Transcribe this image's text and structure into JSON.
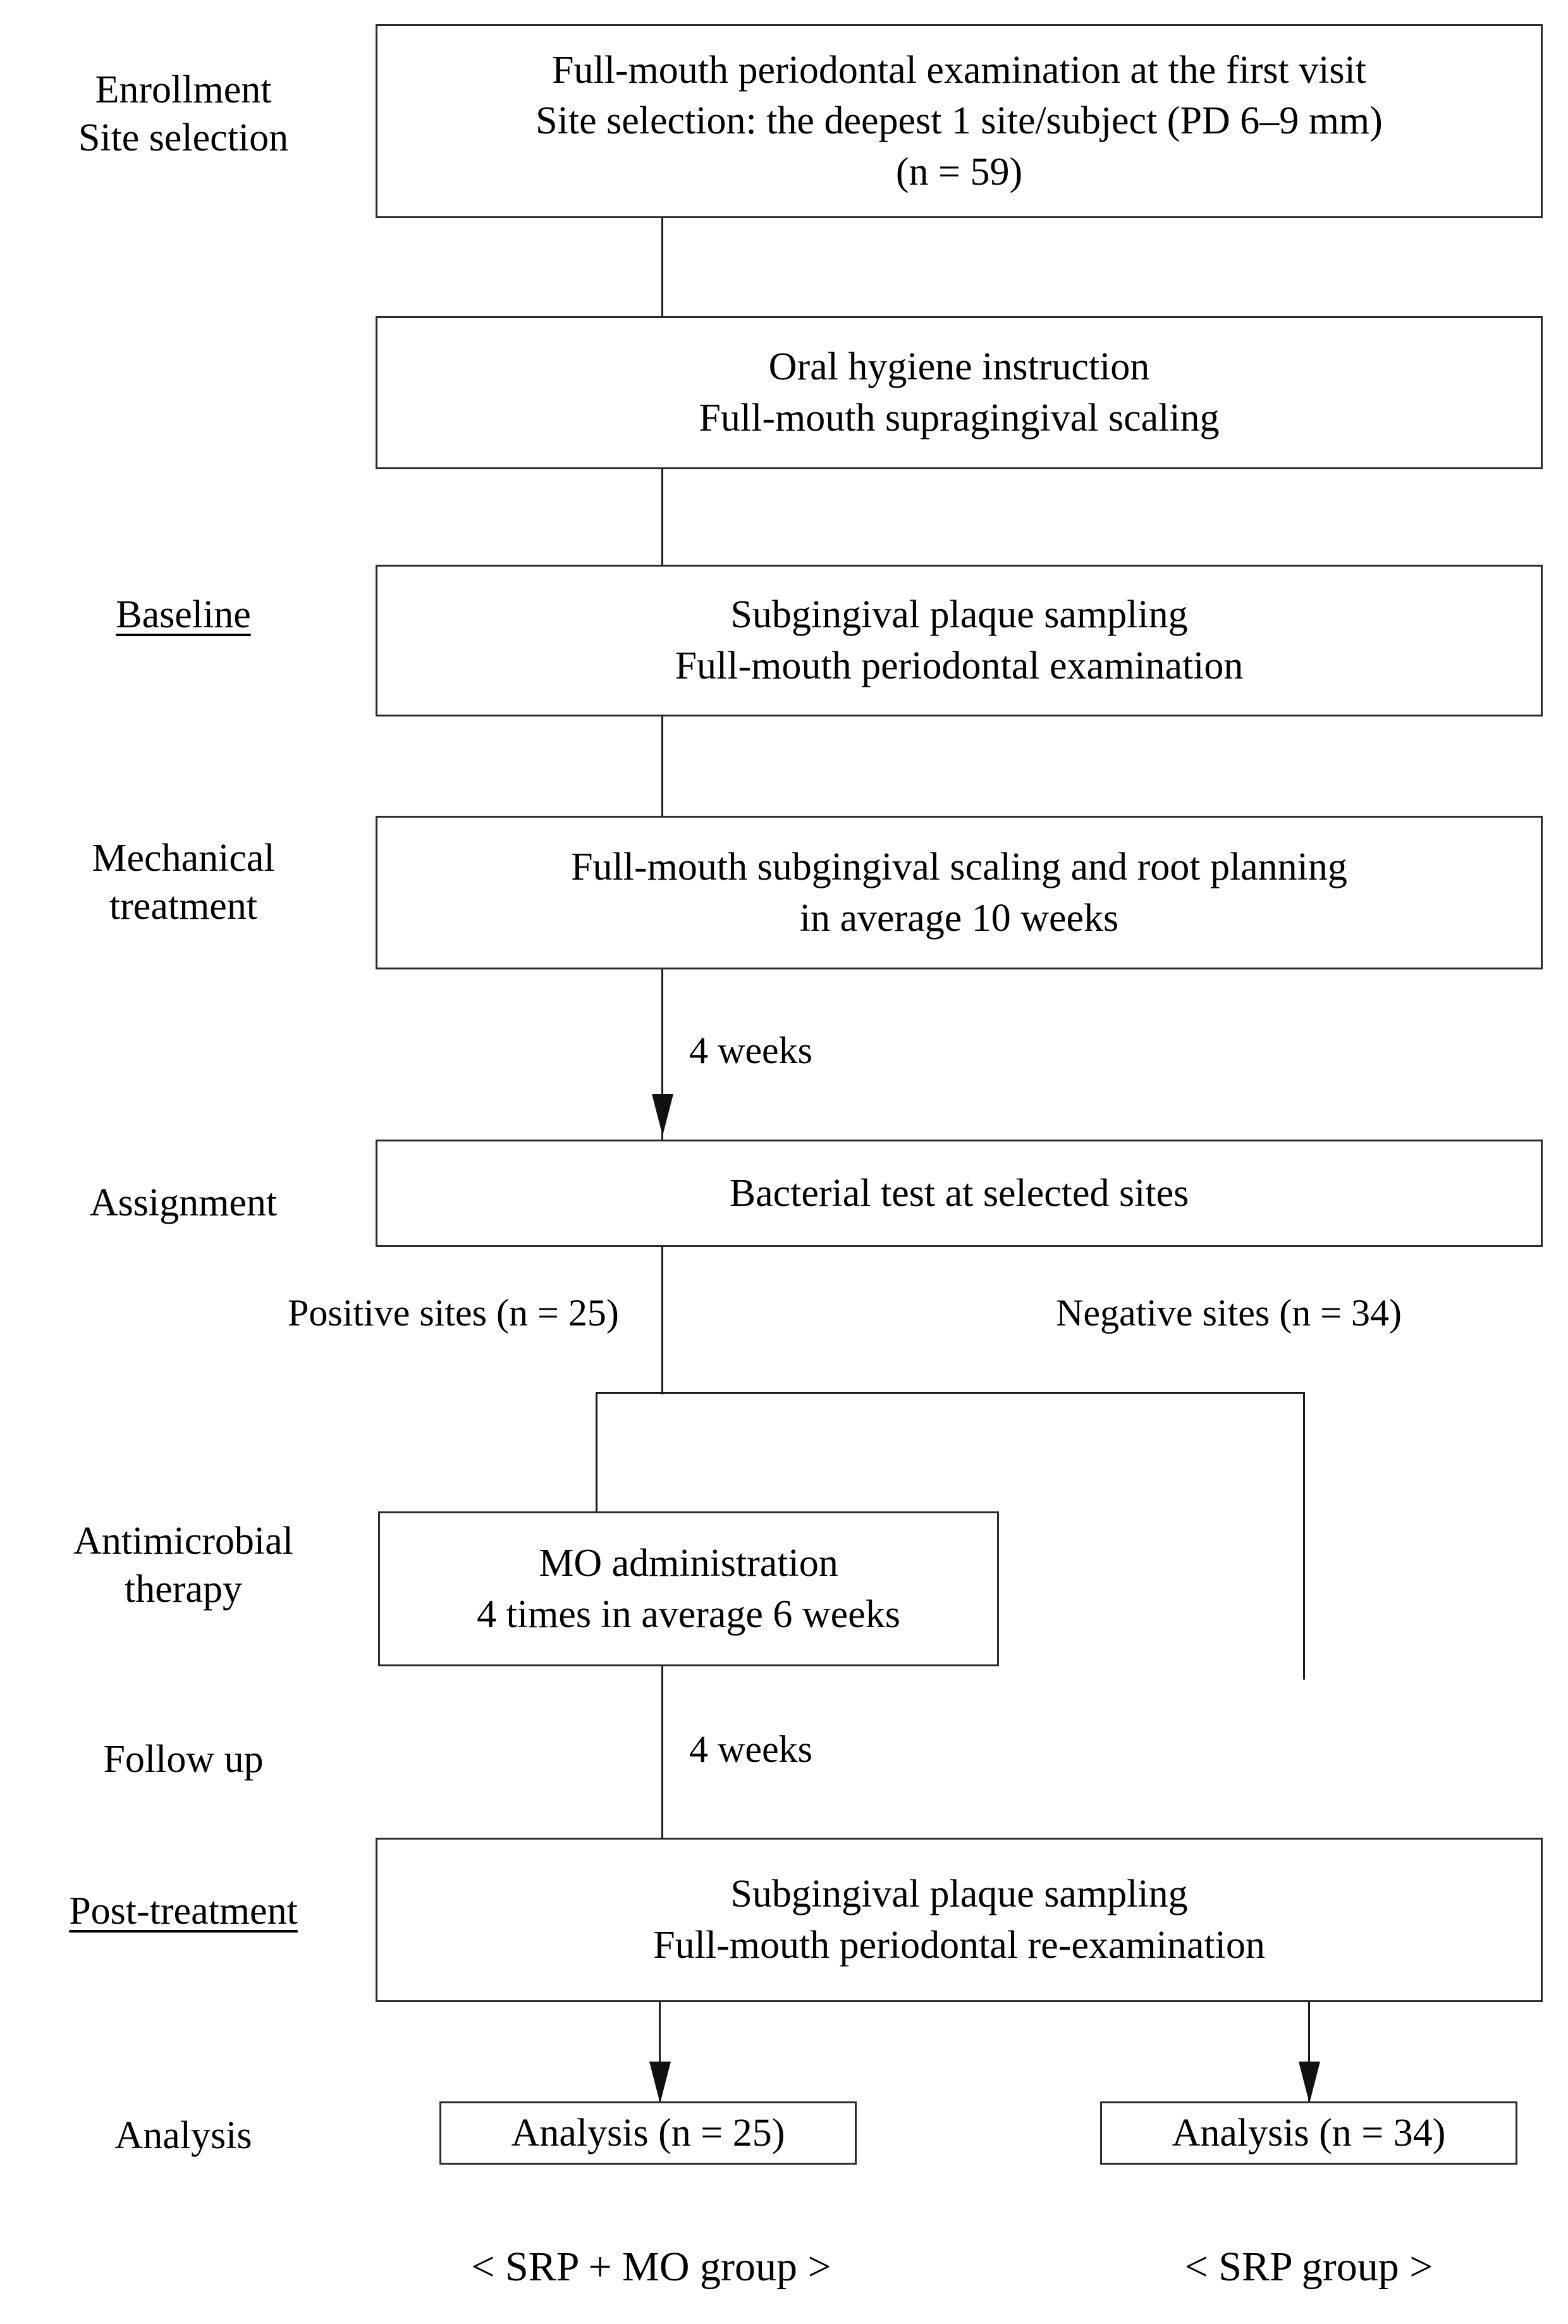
{
  "diagram": {
    "title": "Clinical study flow diagram: SRP + MO versus SRP",
    "stage_labels": [
      {
        "id": "enrollment",
        "text": "Enrollment\nSite selection",
        "underlined": false
      },
      {
        "id": "baseline",
        "text": "Baseline",
        "underlined": true
      },
      {
        "id": "mechanical",
        "text": "Mechanical\ntreatment",
        "underlined": false
      },
      {
        "id": "assignment",
        "text": "Assignment",
        "underlined": false
      },
      {
        "id": "antimicrobial",
        "text": "Antimicrobial\ntherapy",
        "underlined": false
      },
      {
        "id": "followup",
        "text": "Follow up",
        "underlined": false
      },
      {
        "id": "posttreatment",
        "text": "Post-treatment",
        "underlined": true
      },
      {
        "id": "analysis",
        "text": "Analysis",
        "underlined": false
      }
    ],
    "nodes": [
      {
        "id": "enrollment-box",
        "text": "Full-mouth periodontal examination at the first visit\nSite selection: the deepest 1 site/subject (PD 6–9 mm)\n(n = 59)"
      },
      {
        "id": "hygiene-box",
        "text": "Oral hygiene instruction\nFull-mouth supragingival scaling"
      },
      {
        "id": "baseline-box",
        "text": "Subgingival plaque sampling\nFull-mouth periodontal examination"
      },
      {
        "id": "srp-box",
        "text": "Full-mouth subgingival scaling and root planning\nin average 10 weeks"
      },
      {
        "id": "bacterial-test-box",
        "text": "Bacterial test at selected sites"
      },
      {
        "id": "mo-box",
        "text": "MO administration\n4 times in average 6 weeks"
      },
      {
        "id": "posttreatment-box",
        "text": "Subgingival plaque sampling\nFull-mouth periodontal re-examination"
      },
      {
        "id": "analysis-left-box",
        "text": "Analysis (n = 25)"
      },
      {
        "id": "analysis-right-box",
        "text": "Analysis (n = 34)"
      }
    ],
    "edge_labels": [
      {
        "id": "weeks-srp-to-test",
        "text": "4 weeks"
      },
      {
        "id": "positive-sites",
        "text": "Positive sites (n = 25)"
      },
      {
        "id": "negative-sites",
        "text": "Negative sites (n = 34)"
      },
      {
        "id": "weeks-mo-to-post",
        "text": "4 weeks"
      }
    ],
    "group_captions": [
      {
        "id": "group-left",
        "text": "< SRP + MO group >"
      },
      {
        "id": "group-right",
        "text": "< SRP group >"
      }
    ],
    "colors": {
      "background": "#ffffff",
      "text": "#000000",
      "box_border": "#2b2b2b",
      "connector": "#1a1a1a",
      "arrow": "#111111"
    }
  }
}
